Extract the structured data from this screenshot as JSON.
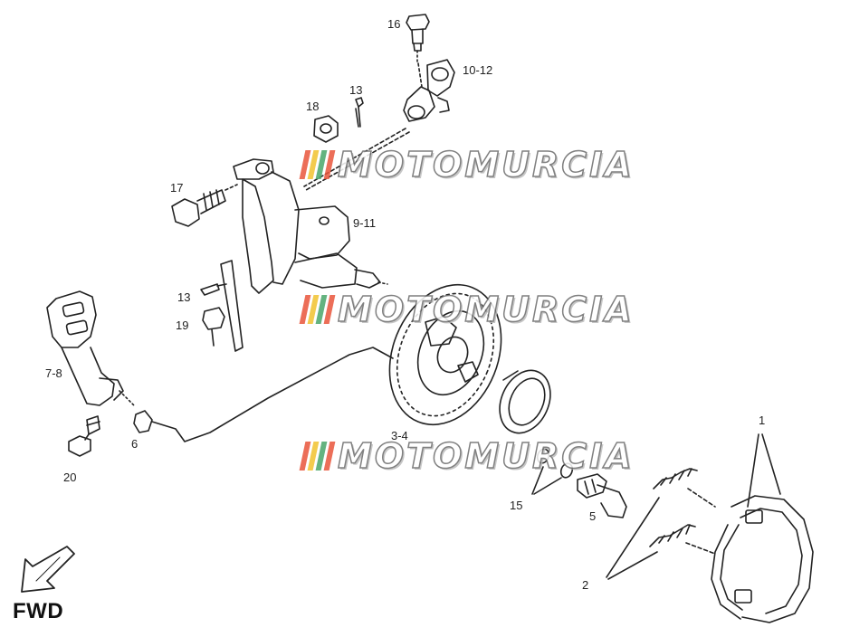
{
  "diagram": {
    "callouts": [
      {
        "id": "16",
        "text": "16"
      },
      {
        "id": "10-12",
        "text": "10-12"
      },
      {
        "id": "18",
        "text": "18"
      },
      {
        "id": "13a",
        "text": "13"
      },
      {
        "id": "17",
        "text": "17"
      },
      {
        "id": "9-11",
        "text": "9-11"
      },
      {
        "id": "13b",
        "text": "13"
      },
      {
        "id": "19",
        "text": "19"
      },
      {
        "id": "7-8",
        "text": "7-8"
      },
      {
        "id": "6",
        "text": "6"
      },
      {
        "id": "20",
        "text": "20"
      },
      {
        "id": "3-4",
        "text": "3-4"
      },
      {
        "id": "15",
        "text": "15"
      },
      {
        "id": "5",
        "text": "5"
      },
      {
        "id": "1",
        "text": "1"
      },
      {
        "id": "2",
        "text": "2"
      }
    ],
    "direction_label": "FWD",
    "watermark": {
      "text": "MOTOMURCIA",
      "stripe_colors": [
        "#e9553b",
        "#f2c230",
        "#4aa66a",
        "#e9553b"
      ]
    },
    "colors": {
      "line": "#222222",
      "background": "#ffffff"
    }
  }
}
